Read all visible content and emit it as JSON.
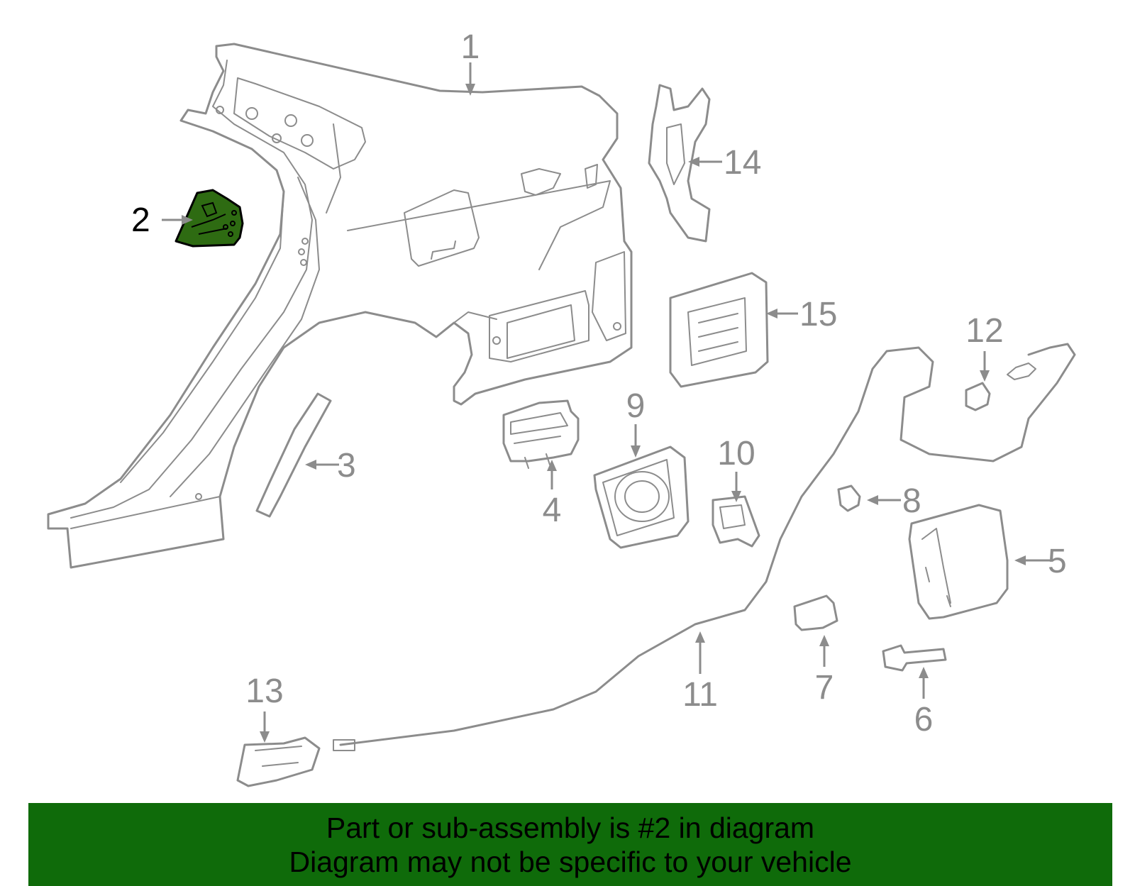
{
  "diagram": {
    "highlight_color": "#2e6b12",
    "part_stroke_color": "#8c8c8c",
    "highlighted_part": "2",
    "labels": [
      {
        "id": "1",
        "text": "1"
      },
      {
        "id": "2",
        "text": "2"
      },
      {
        "id": "3",
        "text": "3"
      },
      {
        "id": "4",
        "text": "4"
      },
      {
        "id": "5",
        "text": "5"
      },
      {
        "id": "6",
        "text": "6"
      },
      {
        "id": "7",
        "text": "7"
      },
      {
        "id": "8",
        "text": "8"
      },
      {
        "id": "9",
        "text": "9"
      },
      {
        "id": "10",
        "text": "10"
      },
      {
        "id": "11",
        "text": "11"
      },
      {
        "id": "12",
        "text": "12"
      },
      {
        "id": "13",
        "text": "13"
      },
      {
        "id": "14",
        "text": "14"
      },
      {
        "id": "15",
        "text": "15"
      }
    ]
  },
  "banner": {
    "background_color": "#0f6b0a",
    "line1": "Part or sub-assembly is #2 in diagram",
    "line2": "Diagram may not be specific to your vehicle"
  }
}
